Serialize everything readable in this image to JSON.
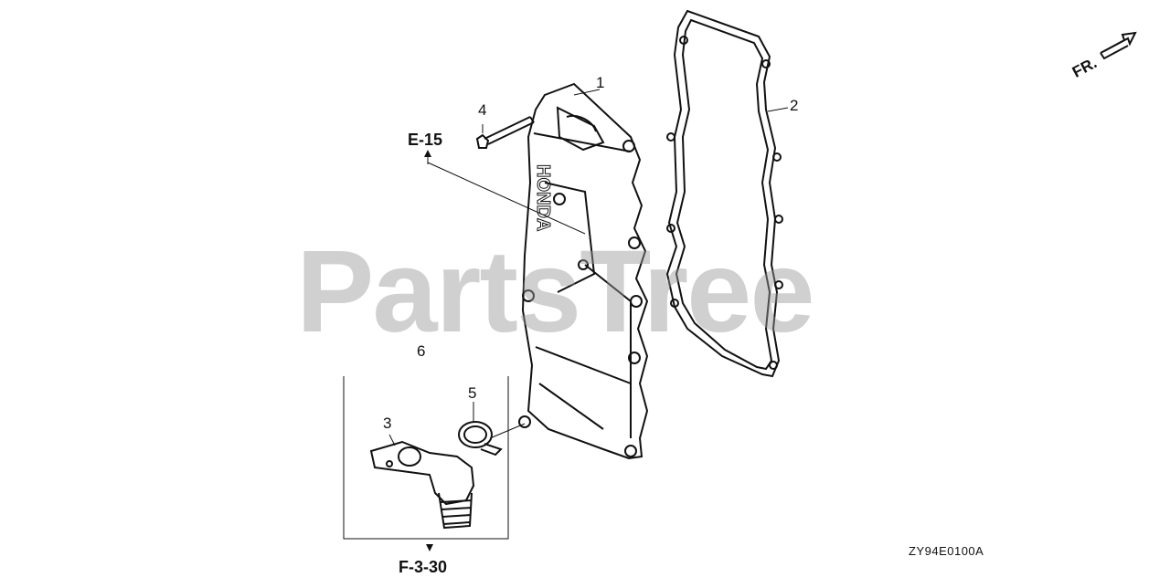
{
  "diagram": {
    "watermark": "PartsTree",
    "direction_label": "FR.",
    "drawing_code": "ZY94E0100A",
    "cover_embossed_text": "HONDA",
    "references": {
      "upper": "E-15",
      "lower": "F-3-30"
    },
    "callouts": [
      "1",
      "2",
      "3",
      "4",
      "5",
      "6"
    ],
    "colors": {
      "line": "#111111",
      "watermark": "#969696",
      "background": "#ffffff"
    }
  }
}
